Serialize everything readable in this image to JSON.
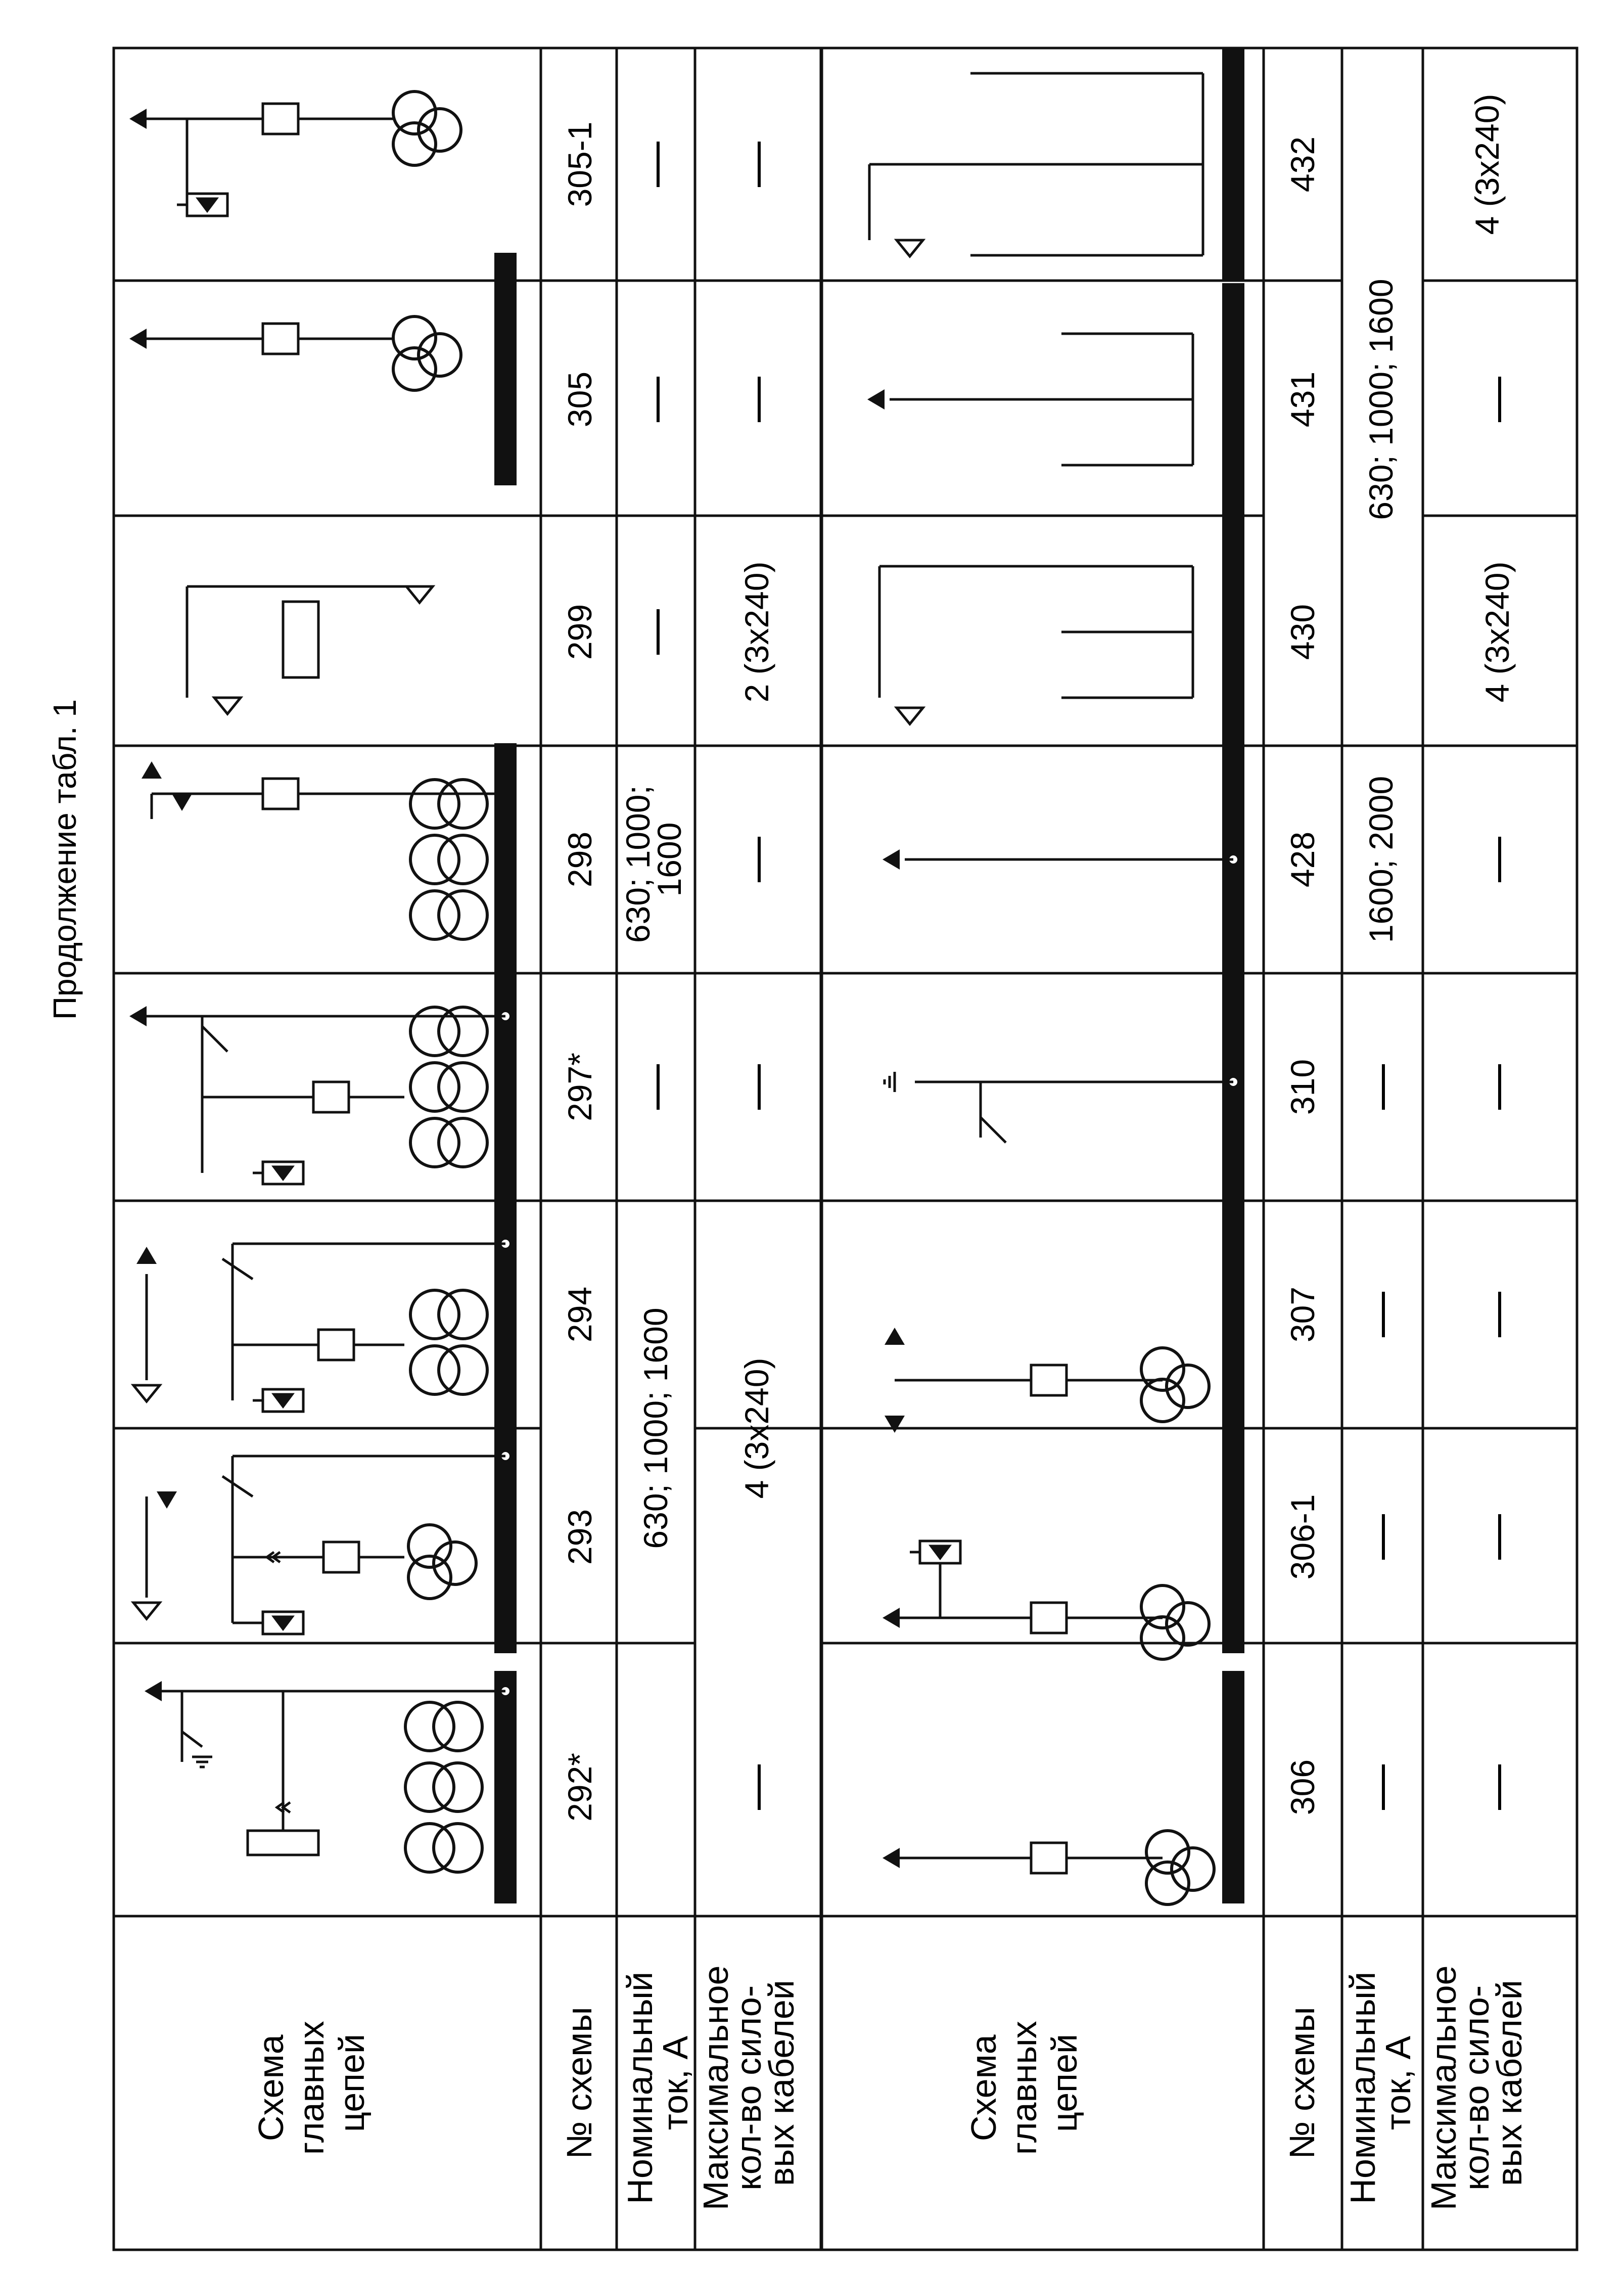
{
  "caption": "Продолжение табл. 1",
  "row_labels": {
    "scheme": [
      "Схема",
      "главных",
      "цепей"
    ],
    "number": "№ схемы",
    "current": [
      "Номинальный",
      "ток, А"
    ],
    "cables": [
      "Максимальное",
      "кол-во сило-",
      "вых кабелей"
    ]
  },
  "section1": {
    "numbers": [
      "292*",
      "293",
      "294",
      "297*",
      "298",
      "299",
      "305",
      "305-1"
    ],
    "current": {
      "span_293_294": "630; 1000; 1600",
      "c297": "—",
      "c298": "630; 1000;|1600",
      "c299": "—",
      "c305": "—",
      "c305_1": "—"
    },
    "cables": {
      "c292": "—",
      "span_293_294": "4 (3х240)",
      "c297": "—",
      "c298": "—",
      "span_299": "2 (3х240)",
      "c305": "—",
      "c305_1": "—"
    }
  },
  "section2": {
    "numbers": [
      "306",
      "306-1",
      "307",
      "310",
      "428",
      "430",
      "431",
      "432"
    ],
    "current": {
      "c306": "—",
      "c306_1": "—",
      "c307": "—",
      "c310": "—",
      "span_428": "1600; 2000",
      "span_430_432": "630; 1000; 1600"
    },
    "cables": {
      "c306": "—",
      "c306_1": "—",
      "c307": "—",
      "c310": "—",
      "c428": "—",
      "span_430": "4 (3х240)",
      "c431": "—",
      "c432": "4 (3х240)"
    }
  }
}
